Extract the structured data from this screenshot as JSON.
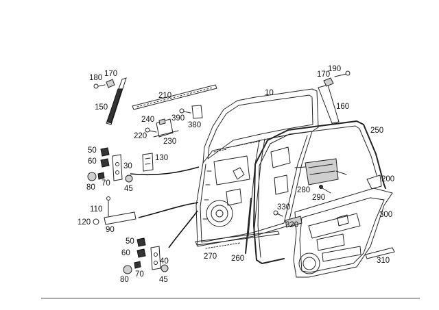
{
  "diagram": {
    "callouts": [
      "10",
      "30",
      "40",
      "45",
      "45",
      "50",
      "50",
      "60",
      "60",
      "70",
      "70",
      "80",
      "80",
      "90",
      "110",
      "120",
      "130",
      "150",
      "160",
      "170",
      "170",
      "180",
      "190",
      "200",
      "210",
      "220",
      "230",
      "240",
      "250",
      "260",
      "270",
      "280",
      "290",
      "300",
      "310",
      "320",
      "330",
      "380",
      "390"
    ]
  }
}
